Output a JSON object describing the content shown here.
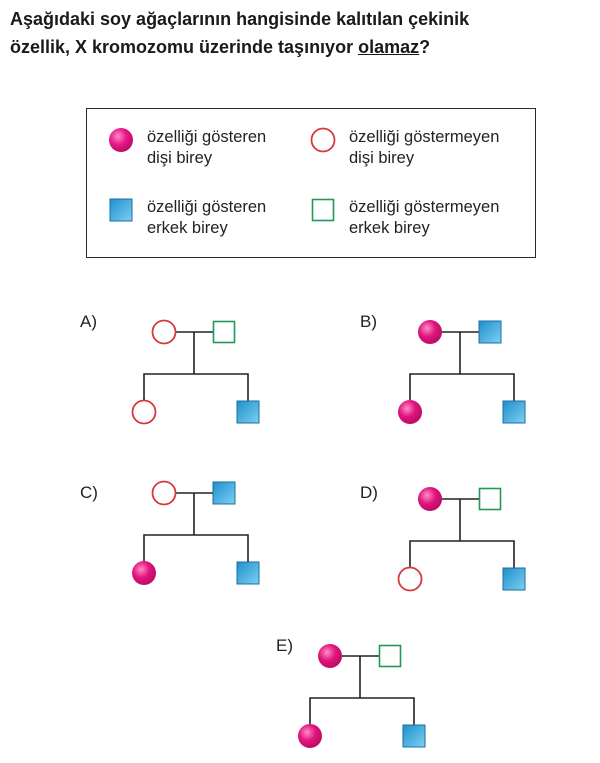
{
  "question": {
    "line1": "Aşağıdaki soy ağaçlarının hangisinde kalıtılan çekinik",
    "line2_before": "özellik, X kromozomu üzerinde taşınıyor ",
    "line2_emph": "olamaz",
    "line2_after": "?"
  },
  "colors": {
    "affected_female": "#e0147c",
    "unaffected_female_stroke": "#d9363e",
    "affected_male": "#35a8dc",
    "unaffected_male_stroke": "#1f9a55",
    "line": "#222222"
  },
  "legend": [
    {
      "symbol": "affected-female",
      "line1": "özelliği gösteren",
      "line2": "dişi birey"
    },
    {
      "symbol": "unaffected-female",
      "line1": "özelliği göstermeyen",
      "line2": "dişi birey"
    },
    {
      "symbol": "affected-male",
      "line1": "özelliği gösteren",
      "line2": "erkek birey"
    },
    {
      "symbol": "unaffected-male",
      "line1": "özelliği göstermeyen",
      "line2": "erkek birey"
    }
  ],
  "options": [
    {
      "letter": "A)",
      "mother": "unaffected",
      "father": "unaffected",
      "daughter": "unaffected",
      "son": "affected"
    },
    {
      "letter": "B)",
      "mother": "affected",
      "father": "affected",
      "daughter": "affected",
      "son": "affected"
    },
    {
      "letter": "C)",
      "mother": "unaffected",
      "father": "affected",
      "daughter": "affected",
      "son": "affected"
    },
    {
      "letter": "D)",
      "mother": "affected",
      "father": "unaffected",
      "daughter": "unaffected",
      "son": "affected"
    },
    {
      "letter": "E)",
      "mother": "affected",
      "father": "unaffected",
      "daughter": "affected",
      "son": "affected"
    }
  ]
}
